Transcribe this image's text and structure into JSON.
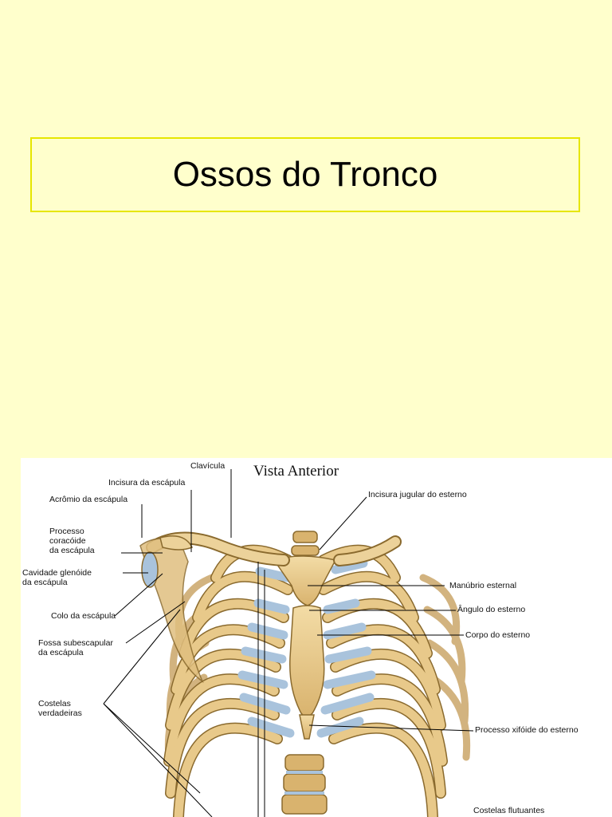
{
  "slide": {
    "title": "Ossos do Tronco"
  },
  "figure": {
    "heading": "Vista Anterior",
    "labels": {
      "clavicula": "Clavícula",
      "incisura_escapula": "Incisura da escápula",
      "acromio": "Acrômio da escápula",
      "processo_coracoide": "Processo\ncoracóide\nda escápula",
      "cavidade_glenoide": "Cavidade glenóide\nda escápula",
      "colo_escapula": "Colo da escápula",
      "fossa_subescapular": "Fossa subescapular\nda escápula",
      "costelas_verdadeiras": "Costelas\nverdadeiras",
      "incisura_jugular": "Incisura jugular do esterno",
      "manubrio": "Manúbrio esternal",
      "angulo_esterno": "Ângulo do esterno",
      "corpo_esterno": "Corpo do esterno",
      "processo_xifoide": "Processo xifóide do esterno",
      "costelas_flutuantes": "Costelas flutuantes"
    },
    "colors": {
      "bone": "#e8c98a",
      "bone_outline": "#8a6a2e",
      "cartilage": "#a9c3dc",
      "background": "#ffffff"
    }
  }
}
